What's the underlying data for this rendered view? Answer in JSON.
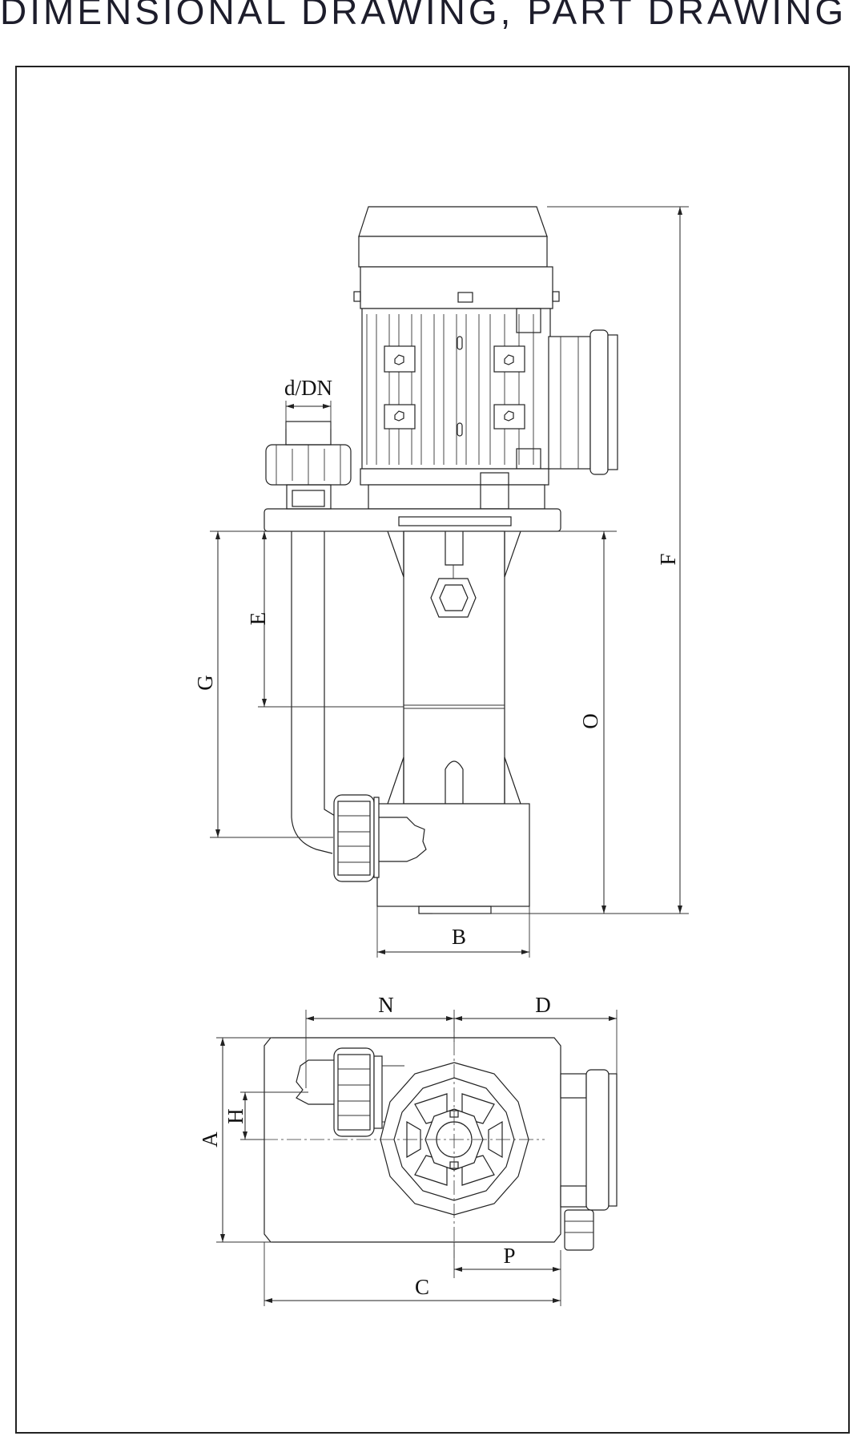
{
  "title": "DIMENSIONAL DRAWING, PART DRAWING",
  "labels": {
    "d_dn": "d/DN",
    "e": "E",
    "g": "G",
    "o": "O",
    "f": "F",
    "b": "B",
    "n": "N",
    "d": "D",
    "a": "A",
    "h": "H",
    "p": "P",
    "c": "C"
  }
}
